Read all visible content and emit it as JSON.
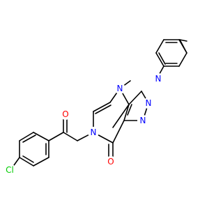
{
  "colors": {
    "background": "#ffffff",
    "bond": "#000000",
    "nitrogen": "#0000ff",
    "oxygen": "#ff0000",
    "chlorine": "#00cc00"
  },
  "atoms": {
    "n_triazole_top": "N",
    "n_triazole_mid": "N",
    "n_triazole_bottom": "N",
    "n_pyrimidine": "N",
    "n_ring_lower": "N",
    "o_ketone": "O",
    "o_carbonyl": "O",
    "cl": "Cl"
  }
}
